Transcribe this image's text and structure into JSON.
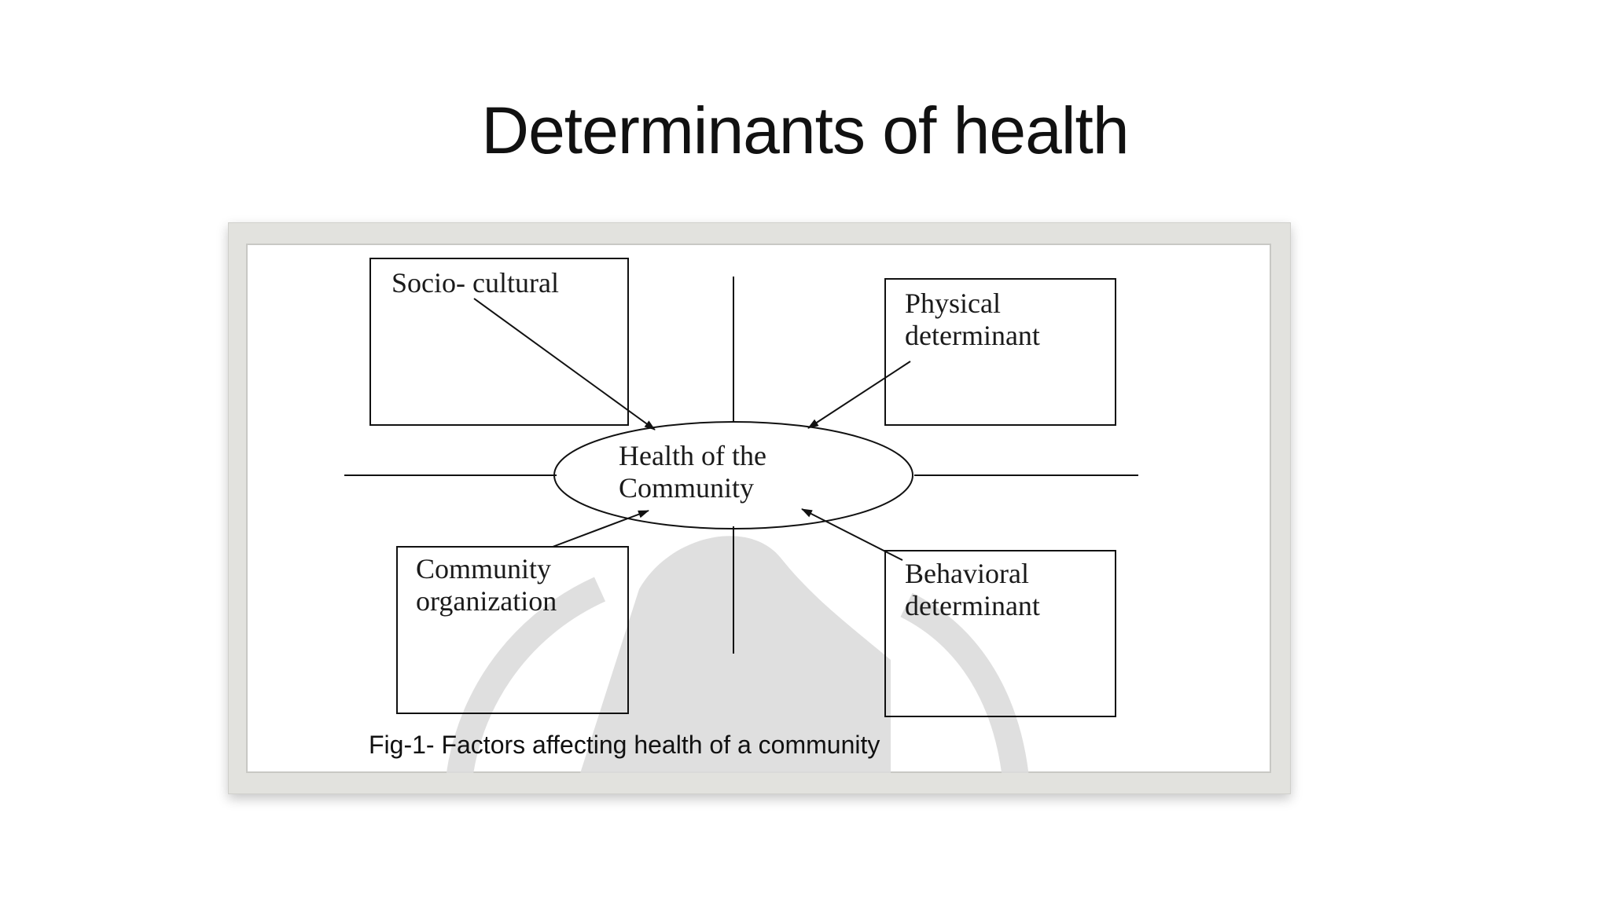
{
  "slide": {
    "title": "Determinants of health"
  },
  "diagram": {
    "center": {
      "line1": "Health of the",
      "line2": "Community"
    },
    "boxes": [
      {
        "id": "socio-cultural",
        "line1": "Socio- cultural",
        "line2": ""
      },
      {
        "id": "physical",
        "line1": "Physical",
        "line2": "determinant"
      },
      {
        "id": "community-organization",
        "line1": "Community",
        "line2": "organization"
      },
      {
        "id": "behavioral",
        "line1": "Behavioral",
        "line2": "determinant"
      }
    ],
    "caption": "Fig-1- Factors affecting health of a community",
    "colors": {
      "stroke": "#111111",
      "watermark": "#d9d9d9",
      "frame": "#e2e2de"
    }
  }
}
